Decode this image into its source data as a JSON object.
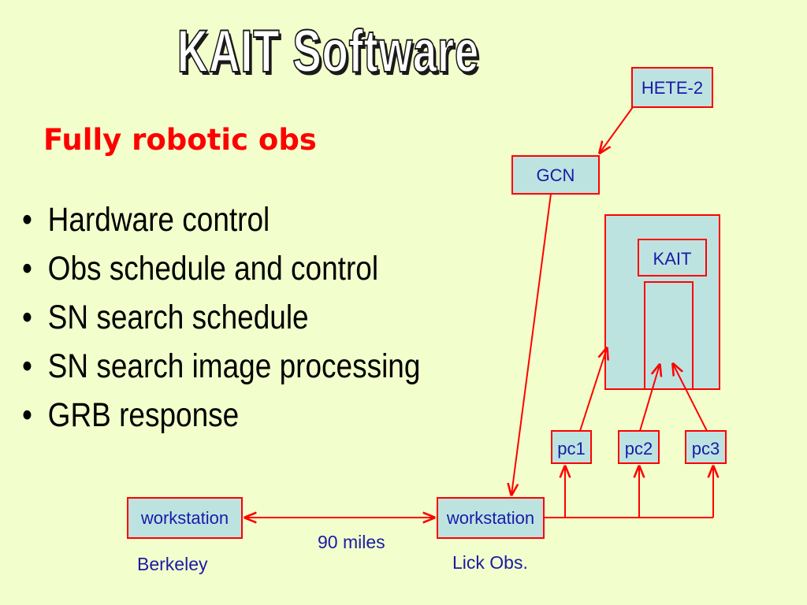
{
  "title": "KAIT Software",
  "subtitle": "Fully robotic obs",
  "bullets": [
    "Hardware control",
    "Obs schedule and control",
    "SN search schedule",
    "SN search image processing",
    "GRB response"
  ],
  "bullet_glyph": "•",
  "nodes": {
    "hete2": "HETE-2",
    "gcn": "GCN",
    "kait": "KAIT",
    "pc1": "pc1",
    "pc2": "pc2",
    "pc3": "pc3",
    "workstation_berkeley": "workstation",
    "workstation_lick": "workstation"
  },
  "labels": {
    "distance": "90 miles",
    "berkeley": "Berkeley",
    "lick": "Lick Obs."
  },
  "colors": {
    "background": "#f2ffcc",
    "box_fill": "#bde3e1",
    "box_border": "#ff0000",
    "arrow": "#ff0000",
    "text": "#1a1aa6",
    "subtitle": "#ff0000"
  }
}
